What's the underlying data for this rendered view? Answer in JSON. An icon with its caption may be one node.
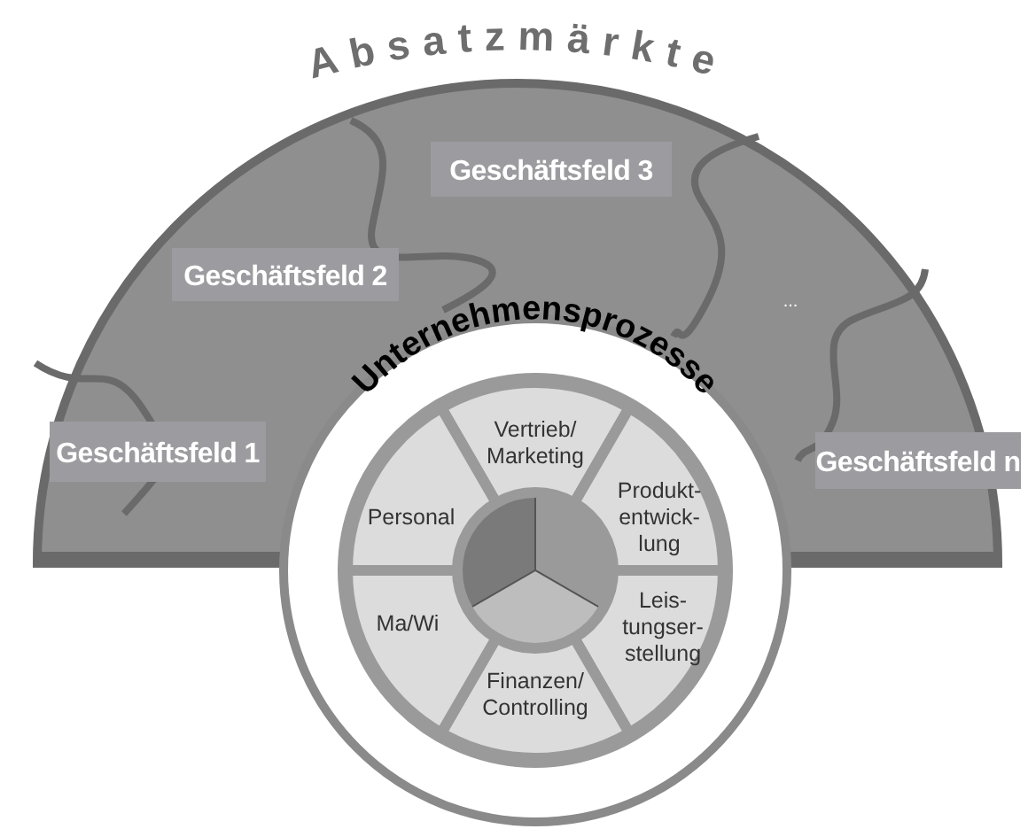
{
  "diagram": {
    "nodes": [
      {
        "text": [
          "Absatzmärkte"
        ]
      },
      {
        "text": [
          "Geschäftsfeld 1"
        ],
        "in": 0
      },
      {
        "text": [
          "Geschäftsfeld 2"
        ],
        "in": 0
      },
      {
        "text": [
          "Geschäftsfeld 3"
        ],
        "in": 0
      },
      {
        "text": [
          "..."
        ],
        "in": 0
      },
      {
        "text": [
          "Geschäftsfeld n"
        ],
        "in": 0
      },
      {
        "text": [
          "Unternehmensprozesse"
        ]
      },
      {
        "text": [
          "Vertrieb/ Marketing"
        ]
      },
      {
        "text": [
          "Produkt- entwick- lung"
        ]
      },
      {
        "text": [
          "Leis- tungser- stellung"
        ],
        "in": 6
      },
      {
        "text": [
          "Finanzen/ Controlling"
        ],
        "in": 6
      },
      {
        "text": [
          "Ma/Wi"
        ],
        "in": 6
      },
      {
        "text": [
          "Personal"
        ]
      }
    ],
    "edges": []
  }
}
